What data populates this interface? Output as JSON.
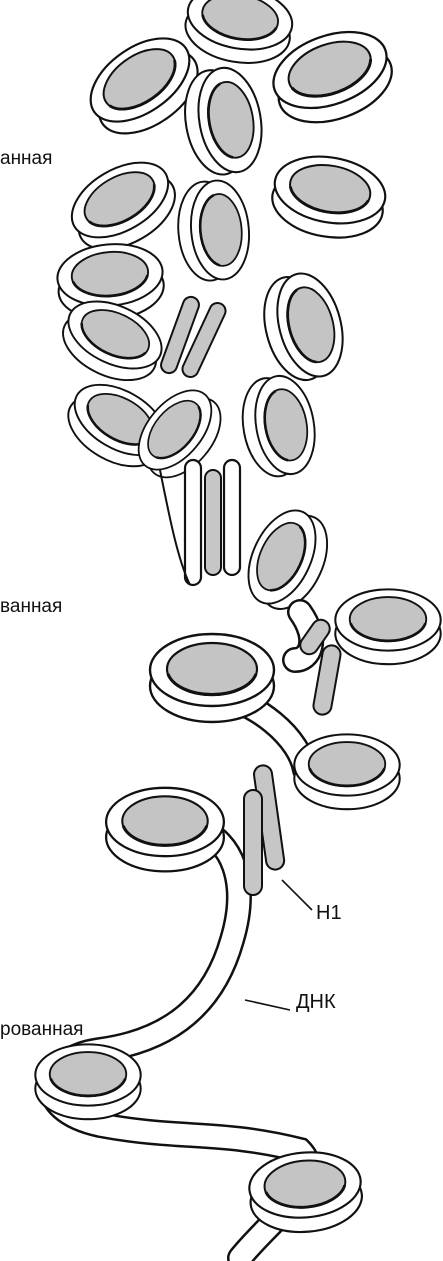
{
  "labels": {
    "top_left_fragment": "анная",
    "middle_left_fragment": "ванная",
    "bottom_left_fragment": "рованная",
    "histone_h1": "H1",
    "dna": "ДНК"
  },
  "colors": {
    "core": "#c4c4c4",
    "rod": "#c6c6c6",
    "line": "#111111",
    "wrap": "#ffffff"
  }
}
